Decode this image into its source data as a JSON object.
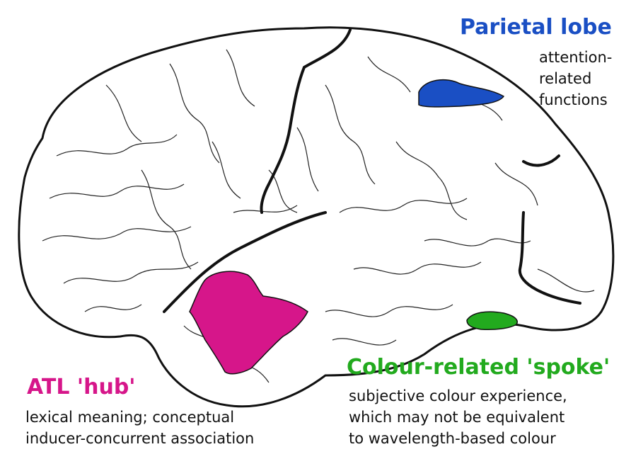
{
  "colors": {
    "parietal": "#1a4fc4",
    "hub": "#d6168a",
    "spoke": "#22aa1e",
    "outline": "#111111"
  },
  "regions": {
    "parietal": {
      "title": "Parietal lobe",
      "lines": [
        "attention-",
        "related",
        "functions"
      ]
    },
    "spoke": {
      "title": "Colour-related 'spoke'",
      "lines": [
        "subjective colour experience,",
        "which may not be equivalent",
        "to wavelength-based colour"
      ]
    },
    "hub": {
      "title": "ATL 'hub'",
      "lines": [
        "lexical meaning; conceptual",
        "inducer-concurrent association"
      ]
    }
  }
}
